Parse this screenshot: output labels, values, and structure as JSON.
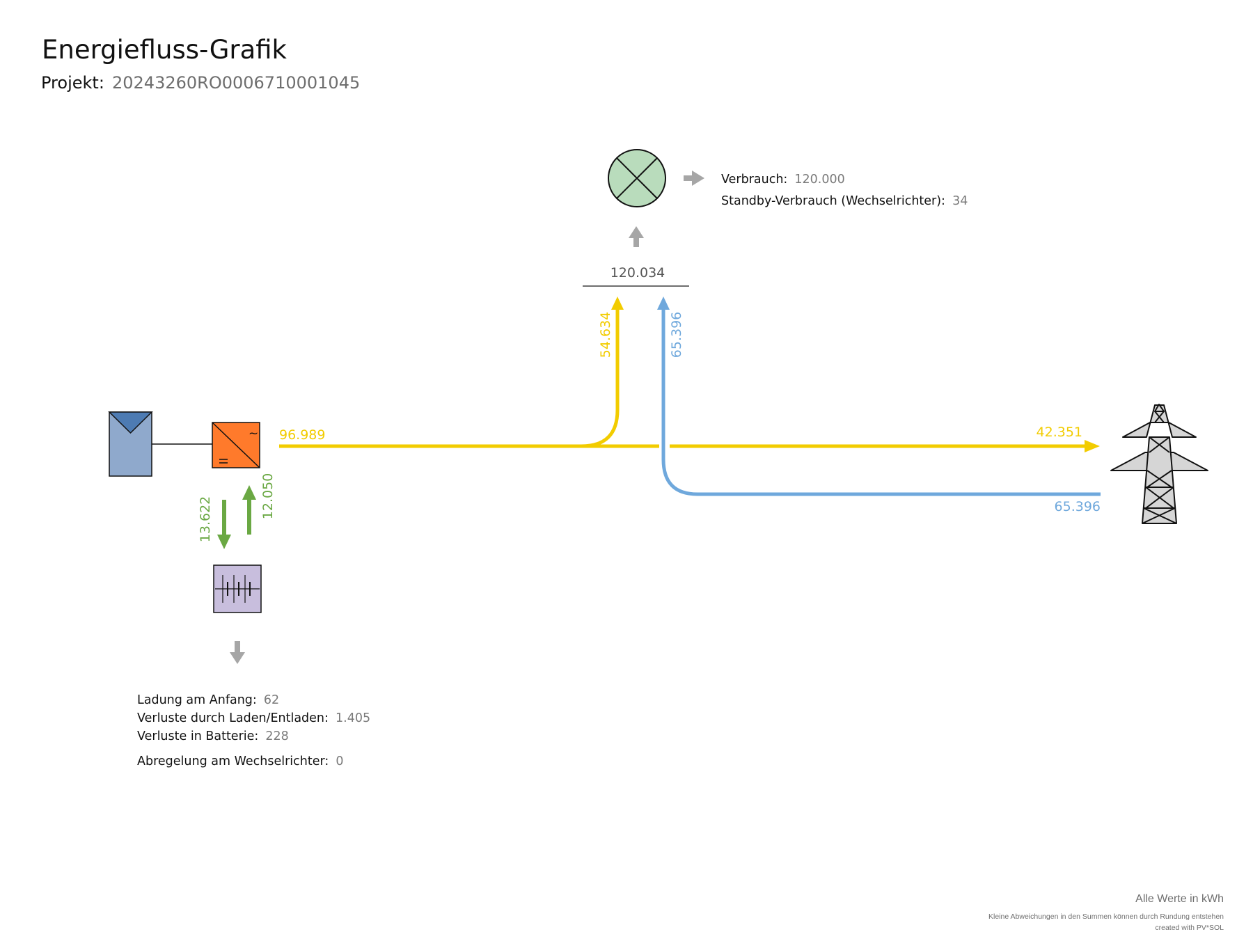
{
  "header": {
    "title": "Energiefluss-Grafik",
    "project_label": "Projekt:",
    "project_id": "20243260RO0006710001045"
  },
  "consumption": {
    "verbrauch_label": "Verbrauch:",
    "verbrauch_value": "120.000",
    "standby_label": "Standby-Verbrauch (Wechselrichter):",
    "standby_value": "34",
    "total": "120.034"
  },
  "flows": {
    "pv_output": "96.989",
    "pv_to_load": "54.634",
    "grid_to_load": "65.396",
    "pv_to_grid": "42.351",
    "grid_import": "65.396",
    "battery_charge": "13.622",
    "battery_discharge": "12.050"
  },
  "battery": {
    "ladung_label": "Ladung am Anfang:",
    "ladung_value": "62",
    "verluste_laden_label": "Verluste durch Laden/Entladen:",
    "verluste_laden_value": "1.405",
    "verluste_batterie_label": "Verluste in Batterie:",
    "verluste_batterie_value": "228",
    "abregelung_label": "Abregelung am Wechselrichter:",
    "abregelung_value": "0"
  },
  "footer": {
    "unit_note": "Alle Werte in kWh",
    "rounding_note": "Kleine Abweichungen in den Summen können durch Rundung entstehen",
    "created_with": "created with PV*SOL"
  },
  "colors": {
    "pv_flow": "#f2cc00",
    "grid_flow": "#6fa8dc",
    "battery_flow": "#6aa843",
    "neutral_arrow": "#a6a6a6",
    "inverter": "#ff7a2b",
    "pv_module": "#8fa9cc",
    "battery": "#c8bedd",
    "load": "#b9dcbc"
  },
  "icons": {
    "pv_module": "solar-panel-icon",
    "inverter": "inverter-icon",
    "battery": "battery-icon",
    "load": "lamp-icon",
    "grid": "power-pylon-icon"
  }
}
